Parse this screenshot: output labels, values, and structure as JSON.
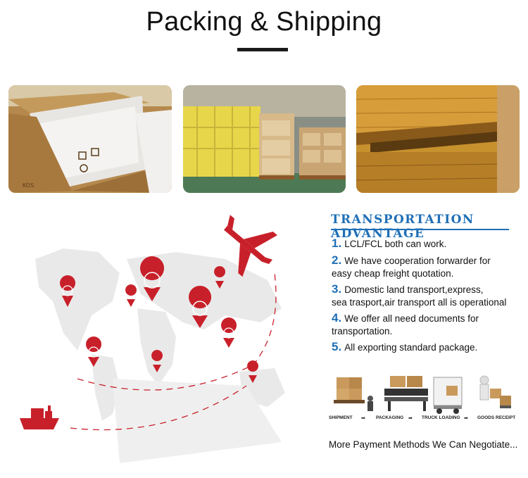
{
  "header": {
    "title": "Packing & Shipping"
  },
  "photos": [
    {
      "name": "carton-box-photo"
    },
    {
      "name": "warehouse-pallets-photo"
    },
    {
      "name": "wooden-crate-photo"
    }
  ],
  "advantage": {
    "title": "TRANSPORTATION ADVANTAGE",
    "items": [
      {
        "num": "1.",
        "text": "LCL/FCL both can work."
      },
      {
        "num": "2.",
        "text": "We have cooperation forwarder for",
        "text2": "easy cheap freight quotation."
      },
      {
        "num": "3.",
        "text": "Domestic land transport,express,",
        "text2": "sea trasport,air transport all is operational"
      },
      {
        "num": "4.",
        "text": "We offer all need documents for",
        "text2": "transportation."
      },
      {
        "num": "5.",
        "text": "All exporting standard package."
      }
    ]
  },
  "process": {
    "steps": [
      "SHIPMENT",
      "PACKAGING",
      "TRUCK LOADING",
      "GOODS RECEIPT"
    ],
    "arrow": "➡"
  },
  "footer": {
    "payment": "More Payment Methods We Can Negotiate..."
  },
  "colors": {
    "accent": "#1f6fb6",
    "pin": "#c8202a"
  }
}
